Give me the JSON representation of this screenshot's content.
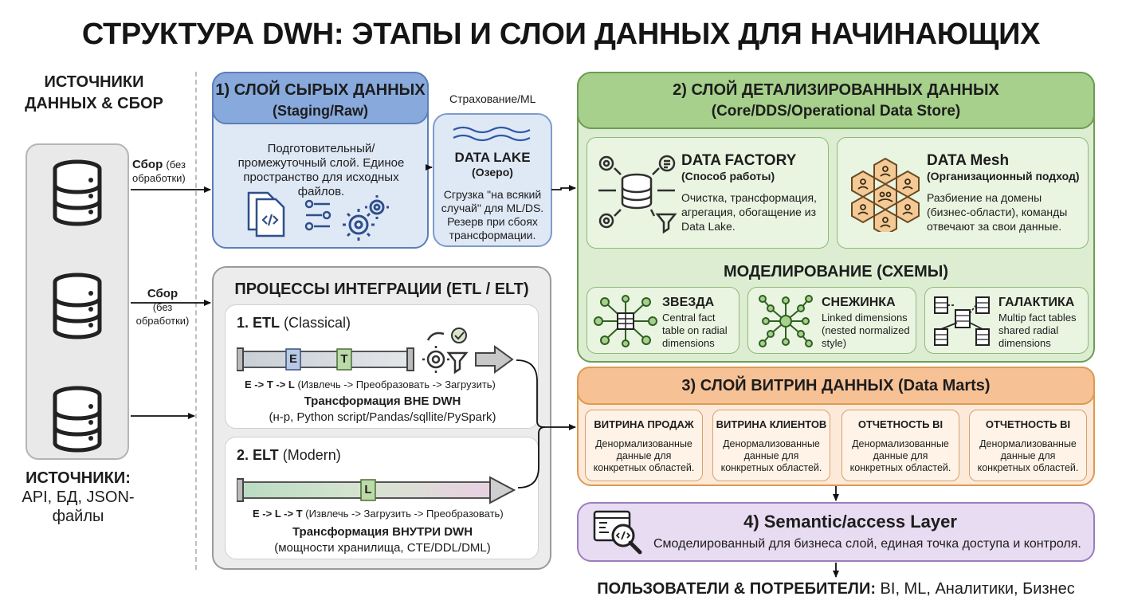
{
  "title": "СТРУКТУРА DWH: ЭТАПЫ И СЛОИ ДАННЫХ ДЛЯ НАЧИНАЮЩИХ",
  "sources": {
    "title": "ИСТОЧНИКИ ДАННЫХ & СБОР",
    "collect_1": "Сбор",
    "collect_1_note": "(без обработки)",
    "collect_2": "Сбор",
    "collect_2_note": "(без обработки)",
    "footer_title": "ИСТОЧНИКИ:",
    "footer_text": "API, БД, JSON-файлы"
  },
  "raw_layer": {
    "title": "1) СЛОЙ СЫРЫХ ДАННЫХ",
    "subtitle": "(Staging/Raw)",
    "description": "Подготовительный/ промежуточный слой. Единое пространство для исходных файлов."
  },
  "data_lake": {
    "label_above": "Страхование/ML",
    "title": "DATA LAKE",
    "subtitle": "(Озеро)",
    "description": "Сгрузка \"на всякий случай\" для ML/DS. Резерв при сбоях трансформации."
  },
  "integration": {
    "title": "ПРОЦЕССЫ ИНТЕГРАЦИИ (ETL / ELT)",
    "etl": {
      "title": "1. ETL",
      "kind": "(Classical)",
      "pipe_e": "E",
      "pipe_t": "T",
      "formula": "E -> T -> L",
      "formula_note": "(Извлечь -> Преобразовать -> Загрузить)",
      "transform_title": "Трансформация ВНЕ DWH",
      "transform_note": "(н-р, Python script/Pandas/sqllite/PySpark)"
    },
    "elt": {
      "title": "2. ELT",
      "kind": "(Modern)",
      "pipe_l": "L",
      "formula": "E -> L -> T",
      "formula_note": "(Извлечь -> Загрузить -> Преобразовать)",
      "transform_title": "Трансформация ВНУТРИ DWH",
      "transform_note": "(мощности хранилища, CTE/DDL/DML)"
    }
  },
  "dds": {
    "title": "2) СЛОЙ ДЕТАЛИЗИРОВАННЫХ ДАННЫХ",
    "subtitle": "(Core/DDS/Operational Data Store)",
    "factory": {
      "title": "DATA FACTORY",
      "subtitle": "(Способ работы)",
      "description": "Очистка, трансформация, агрегация, обогащение из Data Lake."
    },
    "mesh": {
      "title": "DATA Mesh",
      "subtitle": "(Организационный подход)",
      "description": "Разбиение на домены (бизнес-области), команды отвечают за свои данные."
    },
    "modeling_title": "МОДЕЛИРОВАНИЕ (СХЕМЫ)",
    "schemas": [
      {
        "title": "ЗВЕЗДА",
        "description": "Central fact table on radial dimensions"
      },
      {
        "title": "СНЕЖИНКА",
        "description": "Linked dimensions (nested normalized style)"
      },
      {
        "title": "ГАЛАКТИКА",
        "description": "Multip fact tables shared radial dimensions"
      }
    ]
  },
  "marts": {
    "title": "3) СЛОЙ ВИТРИН ДАННЫХ (Data Marts)",
    "items": [
      {
        "title": "ВИТРИНА ПРОДАЖ",
        "description": "Денормализованные данные для конкретных областей."
      },
      {
        "title": "ВИТРИНА КЛИЕНТОВ",
        "description": "Денормализованные данные для конкретных областей."
      },
      {
        "title": "ОТЧЕТНОСТЬ BI",
        "description": "Денормализованные данные для конкретных областей."
      },
      {
        "title": "ОТЧЕТНОСТЬ BI",
        "description": "Денормализованные данные для конкретных областей."
      }
    ]
  },
  "semantic": {
    "title": "4) Semantic/access Layer",
    "description": "Смоделированный для бизнеса слой, единая точка доступа и контроля."
  },
  "consumers": {
    "label": "ПОЛЬЗОВАТЕЛИ & ПОТРЕБИТЕЛИ:",
    "list": "BI, ML, Аналитики, Бизнес"
  },
  "colors": {
    "raw": "#87a9dc",
    "dds": "#a6d08b",
    "marts": "#f7c196",
    "semantic": "#e7dcf1",
    "integration": "#ececec"
  }
}
